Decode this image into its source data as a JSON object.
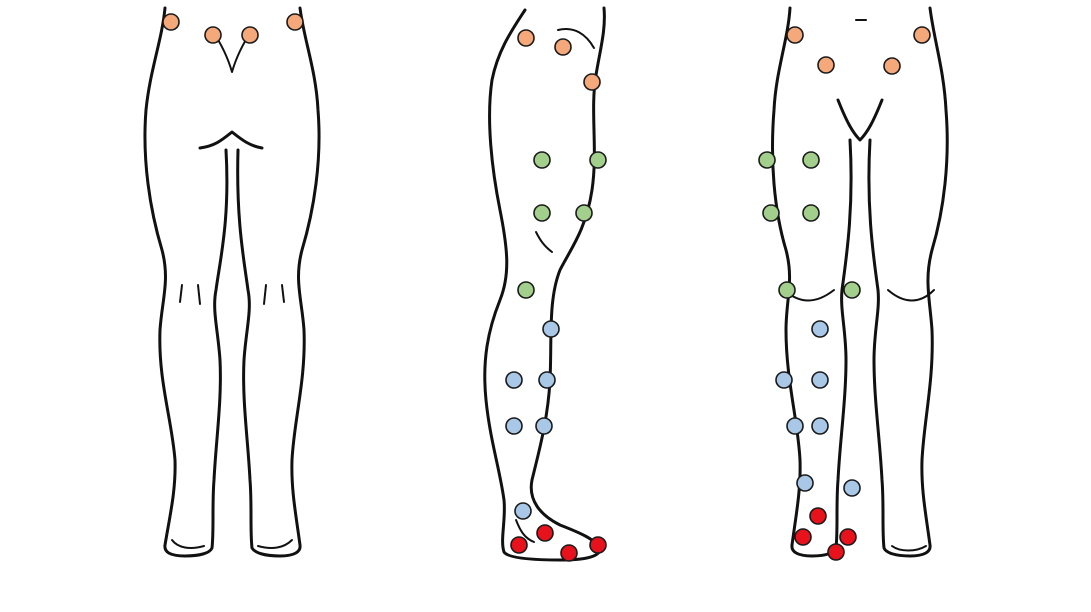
{
  "figures": [
    {
      "id": "front-view-legs",
      "view": "front"
    },
    {
      "id": "side-view-leg",
      "view": "side"
    },
    {
      "id": "back-view-legs",
      "view": "back"
    }
  ],
  "marker_colors": {
    "hip": "#F5A87A",
    "thigh": "#A3CF8C",
    "lower-leg": "#A9C8E8",
    "foot": "#E8121C"
  }
}
